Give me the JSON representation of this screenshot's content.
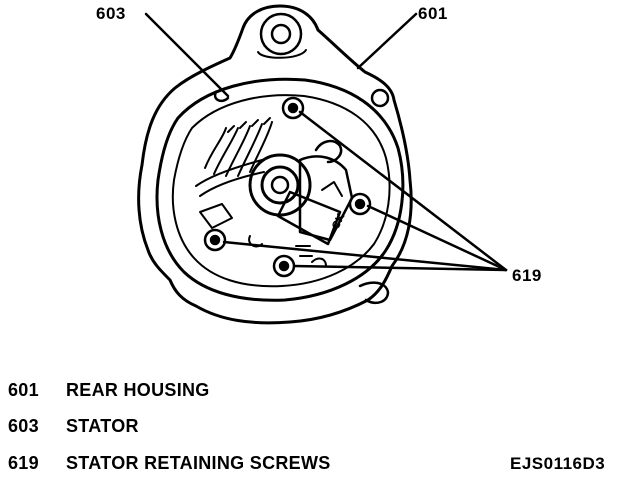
{
  "callouts": {
    "stator": "603",
    "rear_housing": "601",
    "screws": "619"
  },
  "legend": [
    {
      "number": "601",
      "label": "REAR HOUSING"
    },
    {
      "number": "603",
      "label": "STATOR"
    },
    {
      "number": "619",
      "label": "STATOR RETAINING SCREWS"
    }
  ],
  "figure_code": "EJS0116D3"
}
